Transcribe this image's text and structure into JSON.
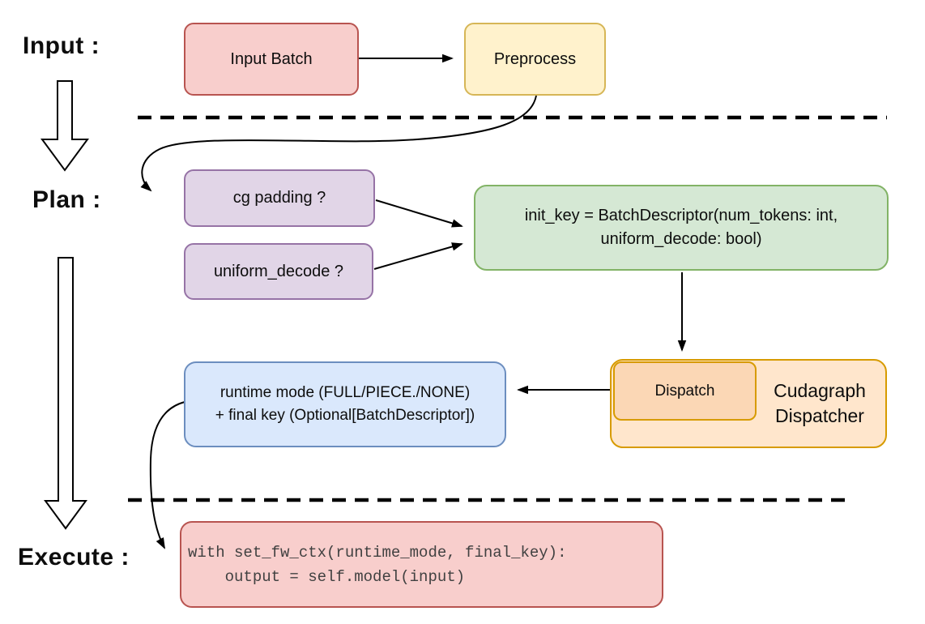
{
  "diagram": {
    "stages": {
      "input_label": "Input :",
      "plan_label": "Plan :",
      "execute_label": "Execute :"
    },
    "nodes": {
      "input_batch": "Input Batch",
      "preprocess": "Preprocess",
      "cg_padding": "cg padding ?",
      "uniform_decode": "uniform_decode ?",
      "init_key_line1": "init_key = BatchDescriptor(num_tokens: int,",
      "init_key_line2": "uniform_decode: bool)",
      "dispatch": "Dispatch",
      "cudagraph_dispatcher": "Cudagraph Dispatcher",
      "runtime_line1": "runtime mode (FULL/PIECE./NONE)",
      "runtime_line2": "+ final key (Optional[BatchDescriptor])",
      "code_line1": "with set_fw_ctx(runtime_mode, final_key):",
      "code_line2": "    output = self.model(input)"
    },
    "palette": {
      "red_fill": "#f8cecc",
      "red_stroke": "#b85450",
      "yellow_fill": "#fff2cc",
      "yellow_stroke": "#d6b656",
      "purple_fill": "#e1d5e7",
      "purple_stroke": "#9673a6",
      "green_fill": "#d5e8d4",
      "green_stroke": "#82b366",
      "orange_fill": "#ffe6cc",
      "orange_inner_fill": "#fbd7b5",
      "orange_stroke": "#d79b00",
      "blue_fill": "#dae8fc",
      "blue_stroke": "#6c8ebf",
      "connector_color": "#000000"
    }
  }
}
